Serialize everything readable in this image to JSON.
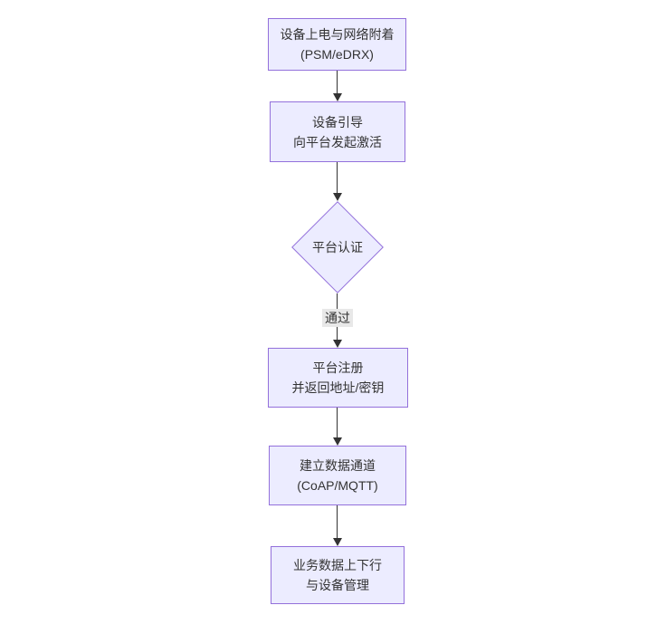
{
  "diagram": {
    "type": "flowchart-top-down",
    "colors": {
      "background": "#ffffff",
      "node_fill": "#ECECFF",
      "node_border": "#9370DB",
      "text": "#333333",
      "arrow": "#333333",
      "edge_label_bg": "#e8e8e8"
    },
    "nodes": [
      {
        "id": "A",
        "shape": "rect",
        "lines": [
          "设备上电与网络附着",
          "(PSM/eDRX)"
        ]
      },
      {
        "id": "B",
        "shape": "rect",
        "lines": [
          "设备引导",
          "向平台发起激活"
        ]
      },
      {
        "id": "C",
        "shape": "diamond",
        "lines": [
          "平台认证"
        ]
      },
      {
        "id": "D",
        "shape": "rect",
        "lines": [
          "平台注册",
          "并返回地址/密钥"
        ]
      },
      {
        "id": "E",
        "shape": "rect",
        "lines": [
          "建立数据通道",
          "(CoAP/MQTT)"
        ]
      },
      {
        "id": "F",
        "shape": "rect",
        "lines": [
          "业务数据上下行",
          "与设备管理"
        ]
      }
    ],
    "edges": [
      {
        "from": "A",
        "to": "B",
        "label": ""
      },
      {
        "from": "B",
        "to": "C",
        "label": ""
      },
      {
        "from": "C",
        "to": "D",
        "label": "通过"
      },
      {
        "from": "D",
        "to": "E",
        "label": ""
      },
      {
        "from": "E",
        "to": "F",
        "label": ""
      }
    ]
  }
}
